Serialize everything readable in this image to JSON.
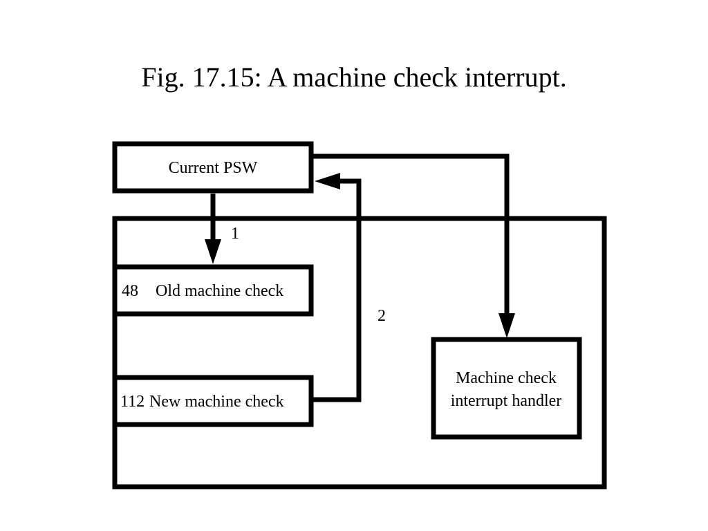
{
  "title": "Fig. 17.15: A machine check interrupt.",
  "boxes": {
    "current_psw": "Current PSW",
    "old_machine_check": {
      "address": "48",
      "label": "Old machine check"
    },
    "new_machine_check": {
      "address": "112",
      "label": "New machine check"
    },
    "handler": {
      "line1": "Machine check",
      "line2": "interrupt handler"
    }
  },
  "steps": {
    "step1": "1",
    "step2": "2"
  },
  "colors": {
    "stroke": "#000000",
    "background": "#ffffff"
  }
}
